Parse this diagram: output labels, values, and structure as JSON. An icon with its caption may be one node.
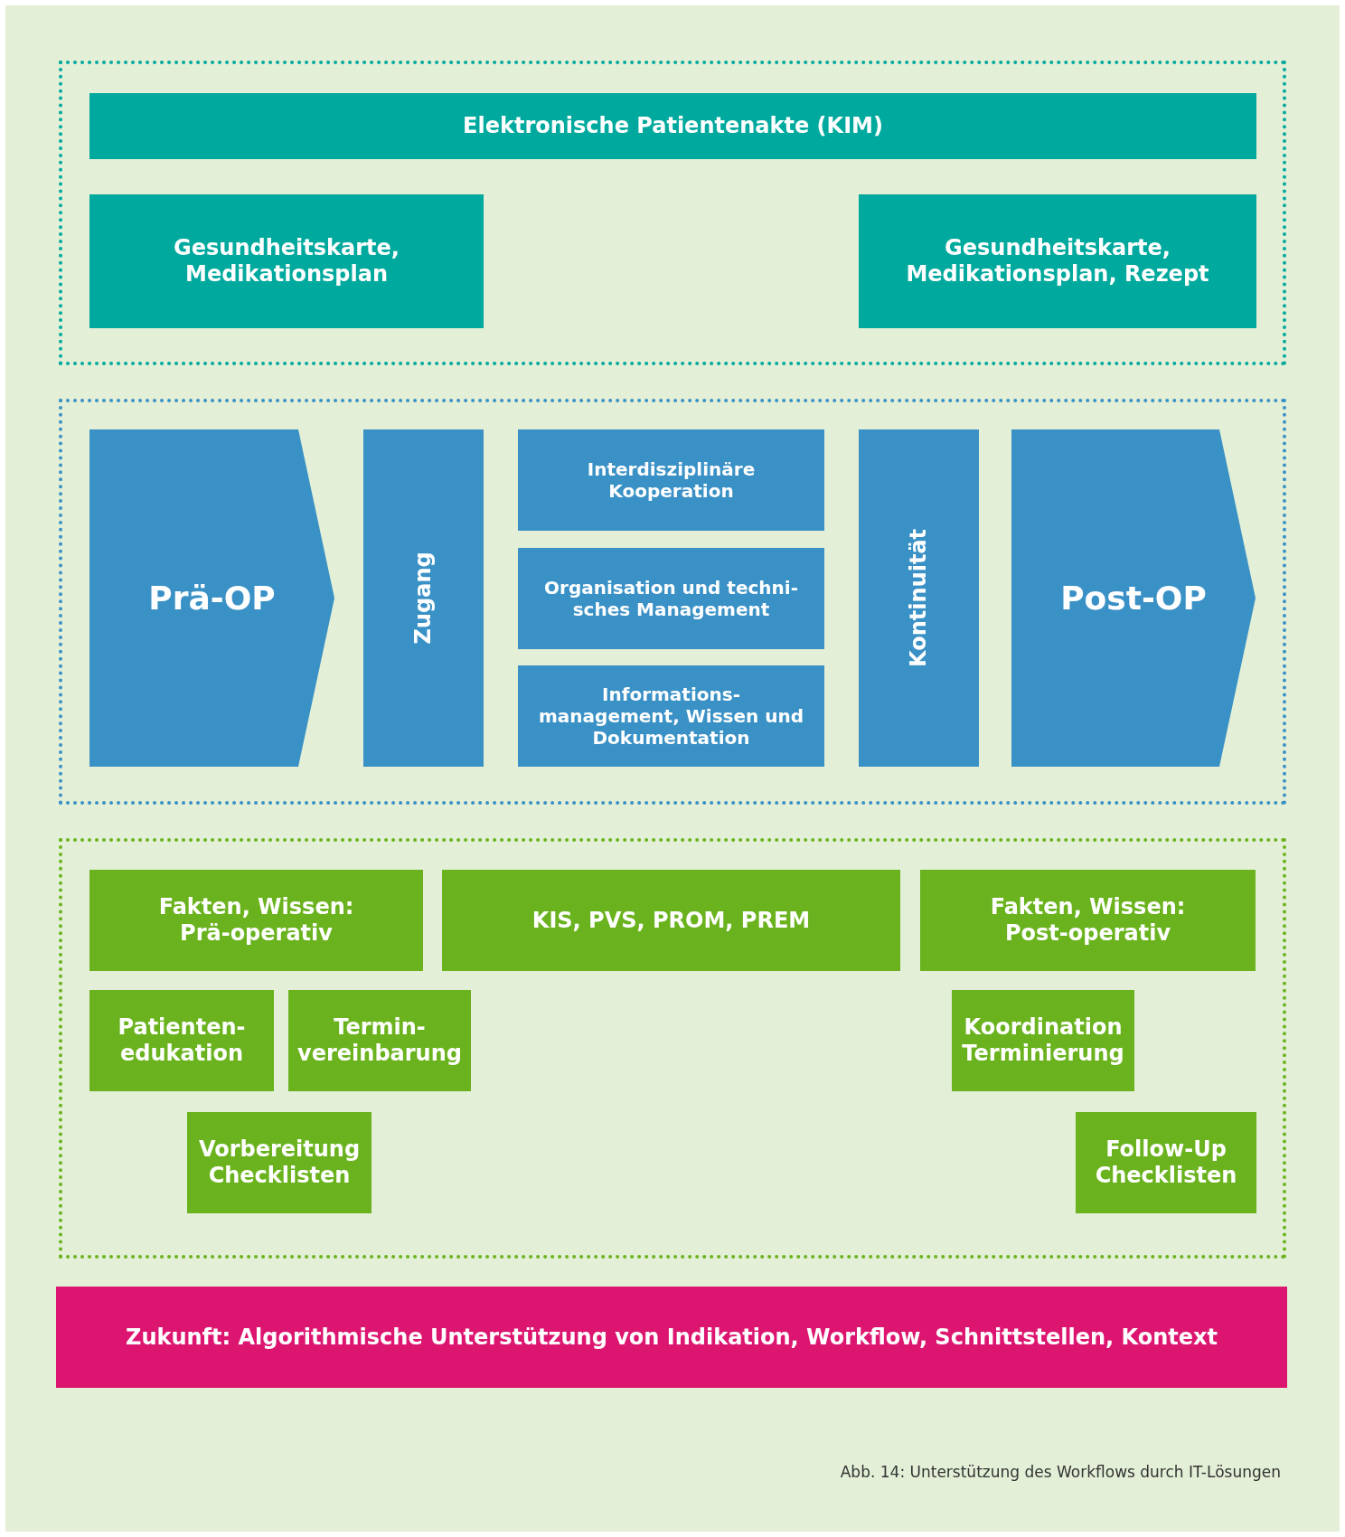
{
  "diagram": {
    "caption": "Abb. 14: Unterstützung des Workflows durch IT-Lösungen",
    "nodes": [
      {
        "text": [],
        "shape": "box"
      },
      {
        "text": [
          "Elektronische Patientenakte (KIM)"
        ],
        "in": 0
      },
      {
        "text": [
          "Gesundheitskarte, Medikationsplan"
        ],
        "in": 0
      },
      {
        "text": [
          "Gesundheitskarte, Medikationsplan, Rezept"
        ],
        "in": 0
      },
      {
        "text": [],
        "shape": "box"
      },
      {
        "text": [
          "Prä-OP"
        ],
        "in": 4
      },
      {
        "text": [
          "Zugang"
        ],
        "in": 4
      },
      {
        "text": [
          "Interdisziplinäre Kooperation"
        ],
        "in": 4
      },
      {
        "text": [
          "Organisation und techni- sches Management"
        ],
        "in": 4
      },
      {
        "text": [
          "Informations- management, Wissen und Dokumentation"
        ],
        "in": 4
      },
      {
        "text": [
          "Kontinuität"
        ],
        "in": 4
      },
      {
        "text": [
          "Post-OP"
        ],
        "in": 4
      },
      {
        "text": [],
        "shape": "box"
      },
      {
        "text": [
          "Fakten, Wissen: Prä-operativ"
        ],
        "in": 12
      },
      {
        "text": [
          "KIS, PVS, PROM, PREM"
        ],
        "in": 12
      },
      {
        "text": [
          "Fakten, Wissen: Post-operativ"
        ],
        "in": 12
      },
      {
        "text": [
          "Patienten- edukation"
        ],
        "in": 12
      },
      {
        "text": [
          "Termin- vereinbarung"
        ],
        "in": 12
      },
      {
        "text": [
          "Koordination Terminierung"
        ],
        "in": 12
      },
      {
        "text": [
          "Vorbereitung Checklisten"
        ],
        "in": 12
      },
      {
        "text": [
          "Follow-Up Checklisten"
        ],
        "in": 12
      },
      {
        "text": [
          "Zukunft: Algorithmische Unterstützung von Indikation, Workflow, Schnittstellen, Kontext"
        ]
      }
    ]
  }
}
